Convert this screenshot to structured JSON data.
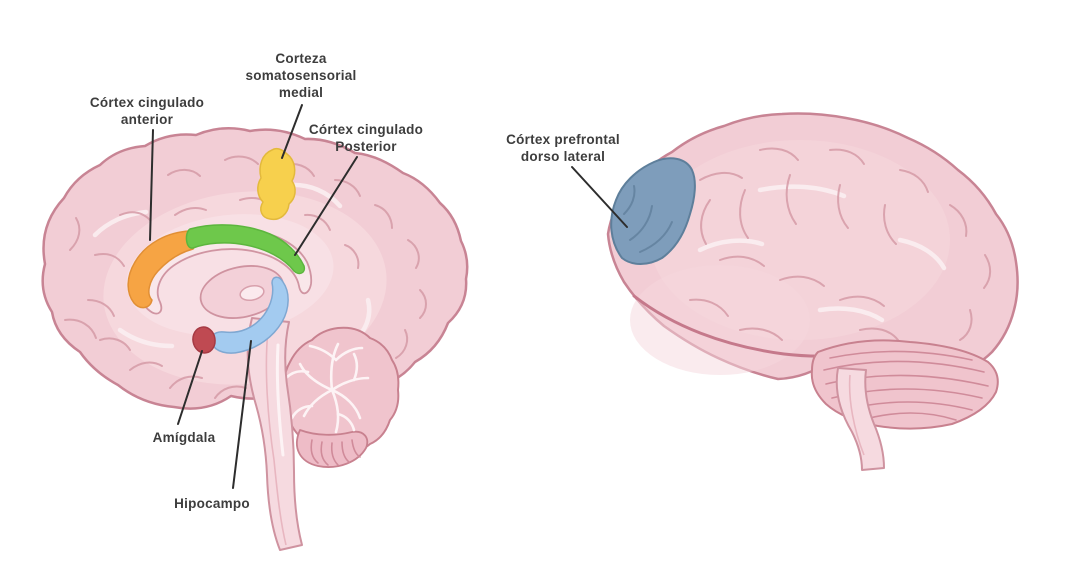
{
  "colors": {
    "background": "#ffffff",
    "label_text": "#3d3d3d",
    "leader_line": "#2d2d2d",
    "brain_fill": "#f2cdd5",
    "brain_outline": "#c88494",
    "somatosensorial_medial_yellow": "#f7d04d",
    "cingulado_anterior_orange": "#f6a444",
    "cingulado_posterior_green": "#6ec84b",
    "amigdala_red": "#bf4a52",
    "hipocampo_blue": "#a3cbf0",
    "prefrontal_dorsolateral_blue": "#7e9dbb"
  },
  "labels": {
    "cingulado_anterior": {
      "line1": "Córtex cingulado",
      "line2": "anterior"
    },
    "somatosensorial_medial": {
      "line1": "Corteza",
      "line2": "somatosensorial",
      "line3": "medial"
    },
    "cingulado_posterior": {
      "line1": "Córtex cingulado",
      "line2": "Posterior"
    },
    "amigdala": {
      "text": "Amígdala"
    },
    "hipocampo": {
      "text": "Hipocampo"
    },
    "prefrontal_dorsolateral": {
      "line1": "Córtex prefrontal",
      "line2": "dorso lateral"
    }
  }
}
